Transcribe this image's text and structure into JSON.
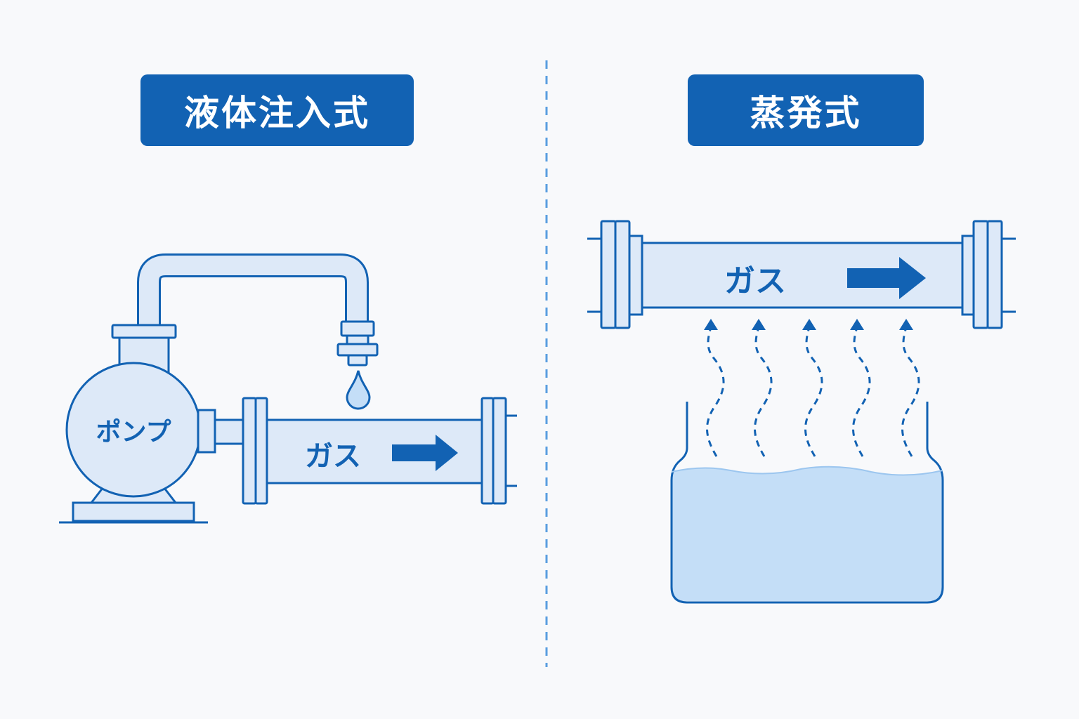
{
  "colors": {
    "primary": "#1262b3",
    "light_fill": "#dde9f8",
    "liquid": "#c4def7",
    "divider": "#5a9ee0",
    "background": "#f8f9fb"
  },
  "left_panel": {
    "title": "液体注入式",
    "pump_label": "ポンプ",
    "pipe_label": "ガス",
    "flow_arrow_icon": "arrow-right-icon",
    "drop_icon": "liquid-drop-icon"
  },
  "right_panel": {
    "title": "蒸発式",
    "pipe_label": "ガス",
    "flow_arrow_icon": "arrow-right-icon",
    "vapor_icon": "vapor-arrow-icon",
    "vapor_stream_count": 5
  }
}
